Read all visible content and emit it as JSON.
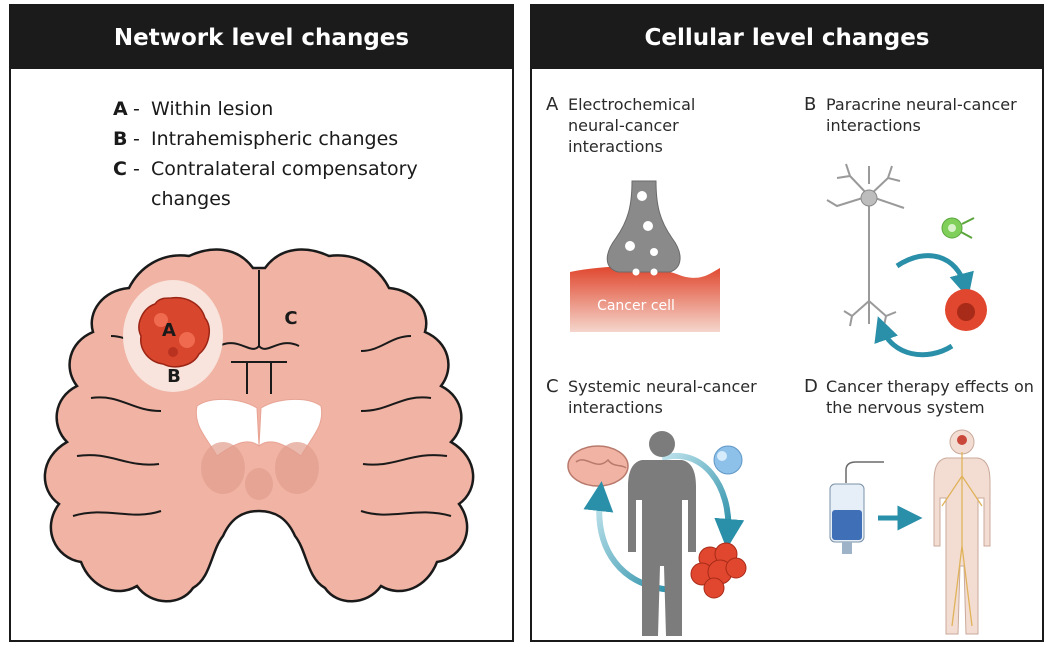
{
  "network_panel": {
    "header": "Network level changes",
    "legend": [
      {
        "key": "A",
        "text": "Within lesion"
      },
      {
        "key": "B",
        "text": "Intrahemispheric changes"
      },
      {
        "key": "C",
        "text": "Contralateral compensatory changes"
      }
    ],
    "brain_labels": {
      "a": "A",
      "b": "B",
      "c": "C"
    }
  },
  "cellular_panel": {
    "header": "Cellular level changes",
    "items": [
      {
        "key": "A",
        "text": "Electrochemical neural-cancer interactions"
      },
      {
        "key": "B",
        "text": "Paracrine neural-cancer interactions"
      },
      {
        "key": "C",
        "text": "Systemic neural-cancer interactions"
      },
      {
        "key": "D",
        "text": "Cancer therapy effects on the nervous system"
      }
    ],
    "cancer_cell_label": "Cancer cell"
  },
  "colors": {
    "header_bg": "#1b1b1b",
    "brain": "#f0b3a4",
    "tumor": "#d9462e",
    "arrow": "#2a8fa8",
    "silhouette": "#7c7c7c"
  }
}
